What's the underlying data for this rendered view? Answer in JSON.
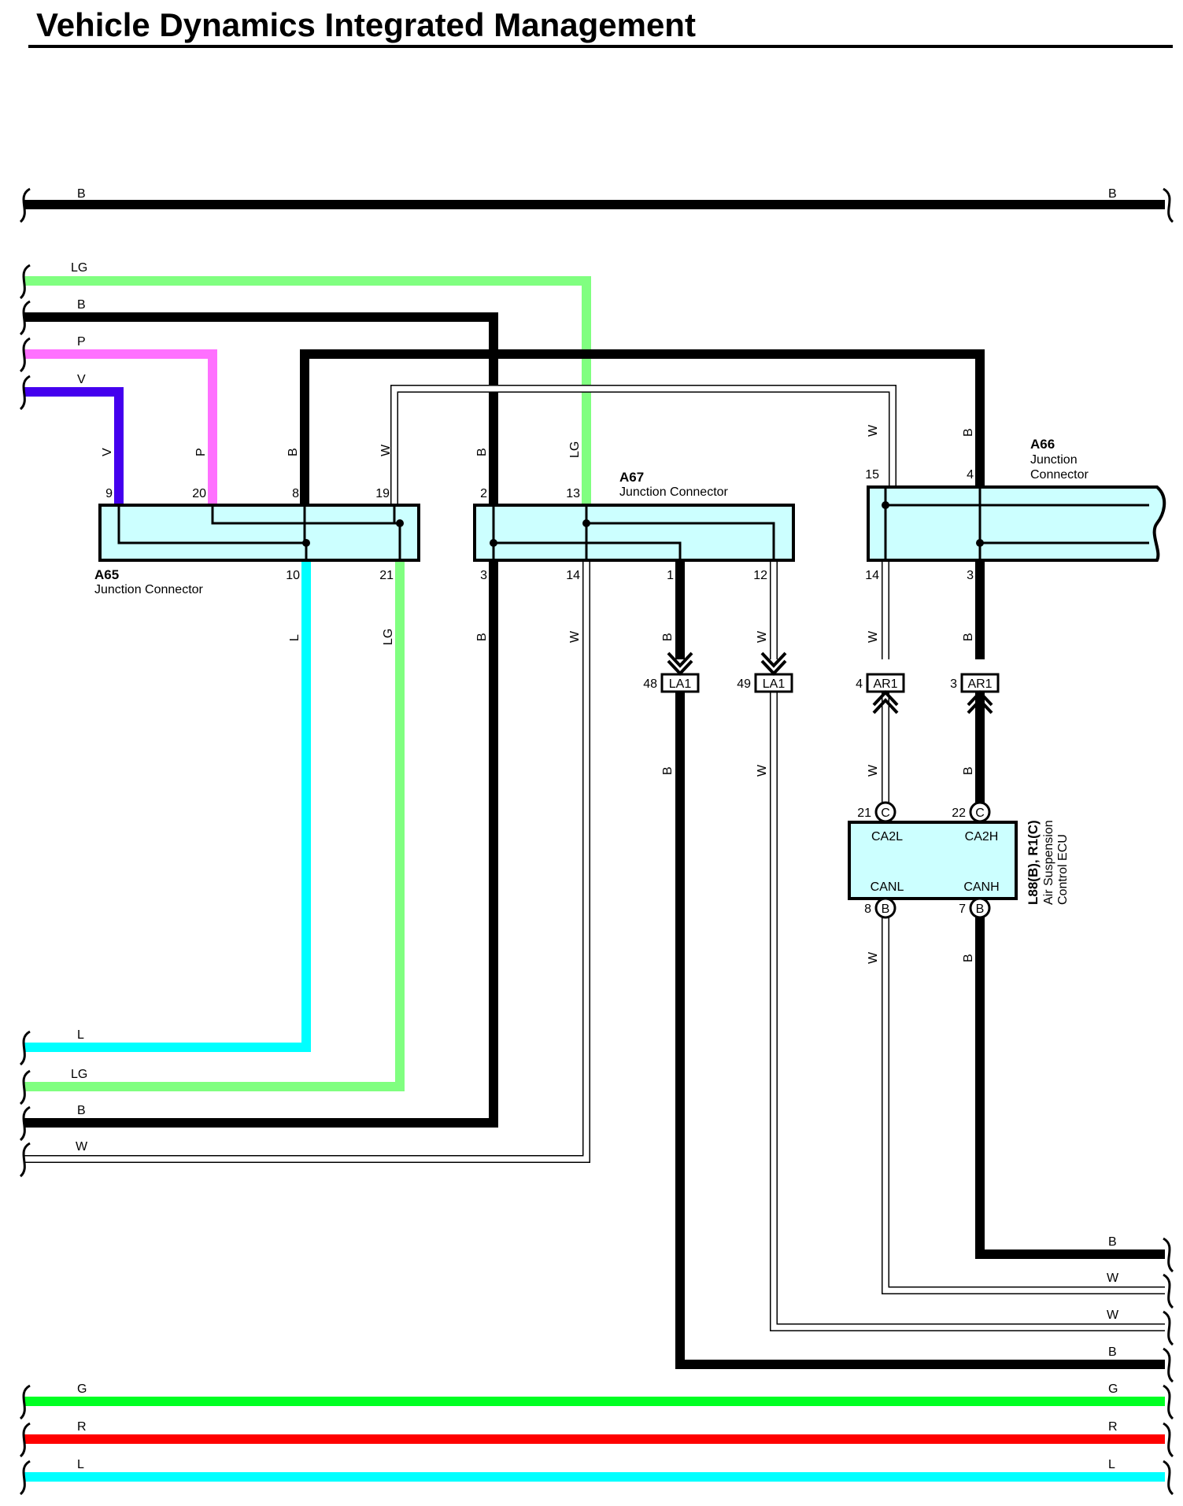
{
  "title": "Vehicle Dynamics Integrated Management",
  "colors": {
    "B": "#000000",
    "LG": "#80ff80",
    "P": "#ff70ff",
    "V": "#4400ee",
    "L": "#00ffff",
    "G": "#00ff22",
    "R": "#ff0000",
    "W": "#ffffff",
    "connector_fill": "#ccffff"
  },
  "wire_labels": {
    "top_b_left": "B",
    "top_b_right": "B",
    "lg_in": "LG",
    "b_in": "B",
    "p_in": "P",
    "v_in": "V",
    "a65_v": "V",
    "a65_p": "P",
    "a65_b": "B",
    "a65_w": "W",
    "a67_b": "B",
    "a67_lg": "LG",
    "a66_w": "W",
    "a66_b": "B",
    "a65_l_out": "L",
    "a65_lg_out": "LG",
    "a67_b_out": "B",
    "a67_w_out": "W",
    "a67_b1_out": "B",
    "a67_w12_out": "W",
    "a66_w14_out": "W",
    "a66_b3_out": "B",
    "la1_48_b": "B",
    "la1_49_w": "W",
    "ar1_4_w": "W",
    "ar1_3_b": "B",
    "ecu_8_w": "W",
    "ecu_7_b": "B",
    "l_left": "L",
    "lg_left": "LG",
    "b_left": "B",
    "w_left": "W",
    "b_right_1": "B",
    "w_right_1": "W",
    "w_right_2": "W",
    "b_right_2": "B",
    "g_left": "G",
    "g_right": "G",
    "r_left": "R",
    "r_right": "R",
    "l_bottom_left": "L",
    "l_bottom_right": "L"
  },
  "connectors": {
    "a65": {
      "name": "A65",
      "description": "Junction Connector",
      "pins_top": [
        "9",
        "20",
        "8",
        "19"
      ],
      "pins_bottom": [
        "10",
        "21"
      ]
    },
    "a67": {
      "name": "A67",
      "description": "Junction Connector",
      "pins_top": [
        "2",
        "13"
      ],
      "pins_bottom": [
        "3",
        "14",
        "1",
        "12"
      ]
    },
    "a66": {
      "name": "A66",
      "description_line1": "Junction",
      "description_line2": "Connector",
      "pins_top": [
        "15",
        "4"
      ],
      "pins_bottom": [
        "14",
        "3"
      ]
    }
  },
  "inline_connectors": [
    {
      "pin": "48",
      "name": "LA1"
    },
    {
      "pin": "49",
      "name": "LA1"
    },
    {
      "pin": "4",
      "name": "AR1"
    },
    {
      "pin": "3",
      "name": "AR1"
    }
  ],
  "ecu": {
    "id": "L88(B), R1(C)",
    "name_line1": "Air Suspension",
    "name_line2": "Control ECU",
    "pin_top_left": "21",
    "pin_top_left_letter": "C",
    "term_top_left": "CA2L",
    "pin_top_right": "22",
    "pin_top_right_letter": "C",
    "term_top_right": "CA2H",
    "pin_bottom_left": "8",
    "pin_bottom_left_letter": "B",
    "term_bottom_left": "CANL",
    "pin_bottom_right": "7",
    "pin_bottom_right_letter": "B",
    "term_bottom_right": "CANH"
  }
}
